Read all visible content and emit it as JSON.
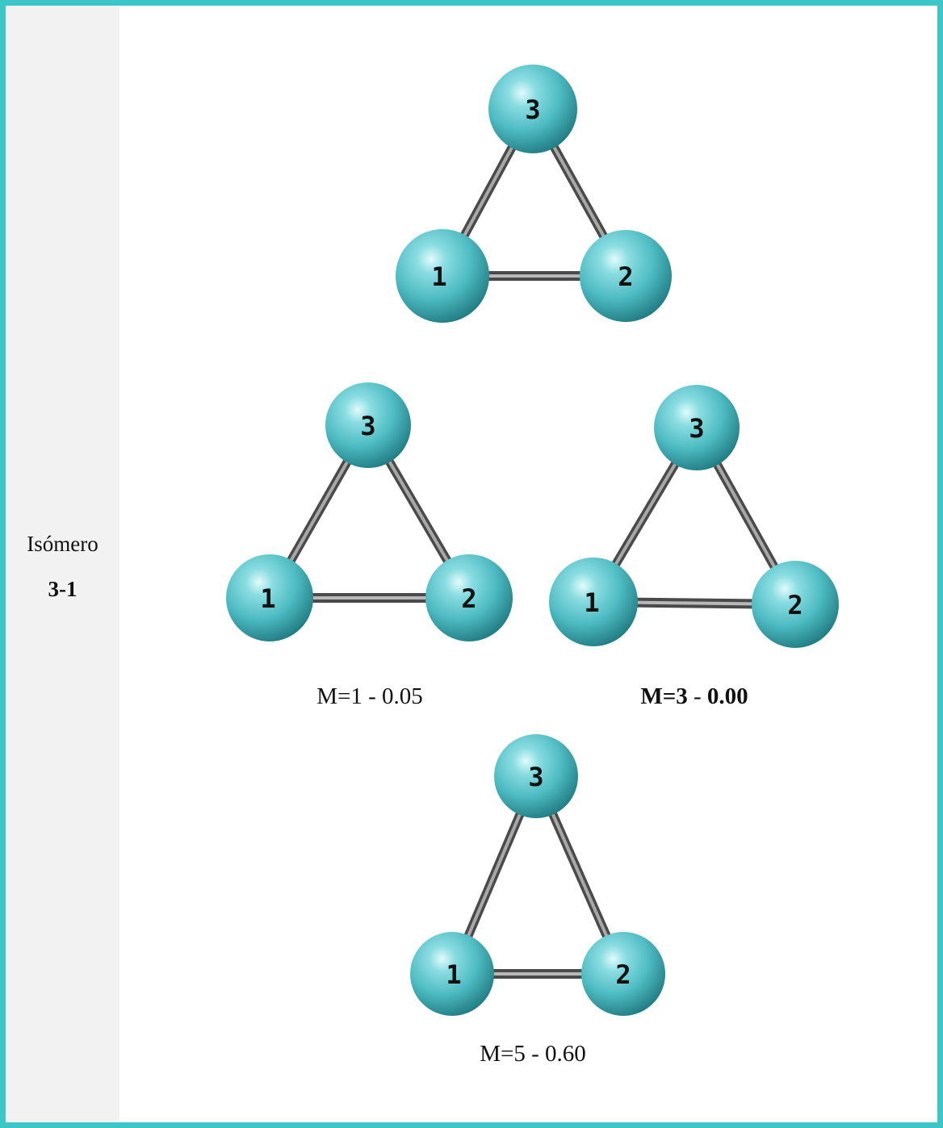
{
  "sidebar": {
    "title": "Isómero",
    "code": "3-1"
  },
  "structures": [
    {
      "id": "top",
      "atoms": [
        {
          "label": "1"
        },
        {
          "label": "2"
        },
        {
          "label": "3"
        }
      ],
      "caption": null
    },
    {
      "id": "m1",
      "atoms": [
        {
          "label": "1"
        },
        {
          "label": "2"
        },
        {
          "label": "3"
        }
      ],
      "caption": {
        "multiplicity": "M=1",
        "sep": " - ",
        "energy": "0.05",
        "bold": false
      }
    },
    {
      "id": "m3",
      "atoms": [
        {
          "label": "1"
        },
        {
          "label": "2"
        },
        {
          "label": "3"
        }
      ],
      "caption": {
        "multiplicity": "M=3",
        "sep": " - ",
        "energy": "0.00",
        "bold": true
      }
    },
    {
      "id": "m5",
      "atoms": [
        {
          "label": "1"
        },
        {
          "label": "2"
        },
        {
          "label": "3"
        }
      ],
      "caption": {
        "multiplicity": "M=5",
        "sep": " - ",
        "energy": "0.60",
        "bold": false
      }
    }
  ],
  "colors": {
    "frame": "#3cc6c8",
    "atom": "#56c2c8",
    "atom_highlight": "#d8f6f7",
    "atom_shadow": "#1f7d83",
    "bond": "#8a8a8a",
    "bond_dark": "#4a4a4a"
  }
}
